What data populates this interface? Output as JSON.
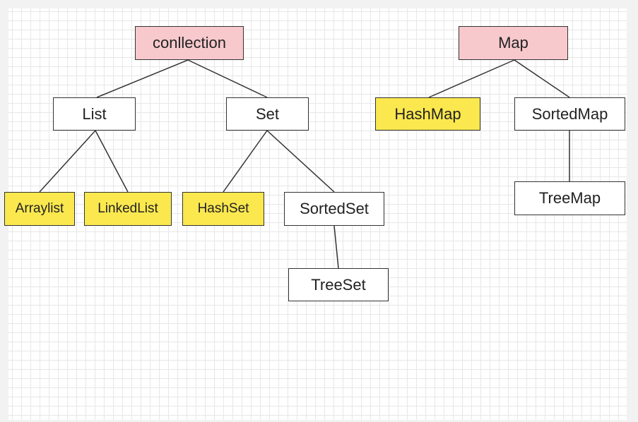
{
  "diagram": {
    "nodes": {
      "collection": "conllection",
      "list": "List",
      "set": "Set",
      "arraylist": "Arraylist",
      "linkedlist": "LinkedList",
      "hashset": "HashSet",
      "sortedset": "SortedSet",
      "treeset": "TreeSet",
      "map": "Map",
      "hashmap": "HashMap",
      "sortedmap": "SortedMap",
      "treemap": "TreeMap"
    },
    "colors": {
      "root_fill": "#f7c9cd",
      "implementation_fill": "#fbe84f",
      "interface_fill": "#ffffff",
      "border": "#333333"
    }
  }
}
